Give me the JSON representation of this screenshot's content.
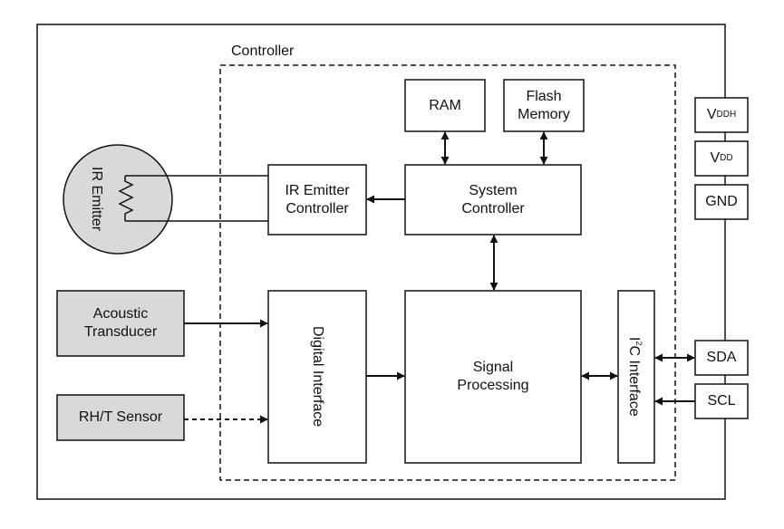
{
  "controller_label": "Controller",
  "blocks": {
    "ram": "RAM",
    "flash_line1": "Flash",
    "flash_line2": "Memory",
    "ir_ctrl_line1": "IR Emitter",
    "ir_ctrl_line2": "Controller",
    "sys_ctrl_line1": "System",
    "sys_ctrl_line2": "Controller",
    "digital_interface": "Digital Interface",
    "signal_line1": "Signal",
    "signal_line2": "Processing",
    "i2c_prefix": "I",
    "i2c_sup": "2",
    "i2c_suffix": "C Interface"
  },
  "external": {
    "ir_emitter": "IR Emitter",
    "acoustic_line1": "Acoustic",
    "acoustic_line2": "Transducer",
    "rht_sensor": "RH/T Sensor"
  },
  "pins": {
    "vddh_main": "V",
    "vddh_sub": "DDH",
    "vdd_main": "V",
    "vdd_sub": "DD",
    "gnd": "GND",
    "sda": "SDA",
    "scl": "SCL"
  },
  "colors": {
    "line": "#111111",
    "external_fill": "#d9d9d9",
    "block_fill": "#ffffff"
  }
}
